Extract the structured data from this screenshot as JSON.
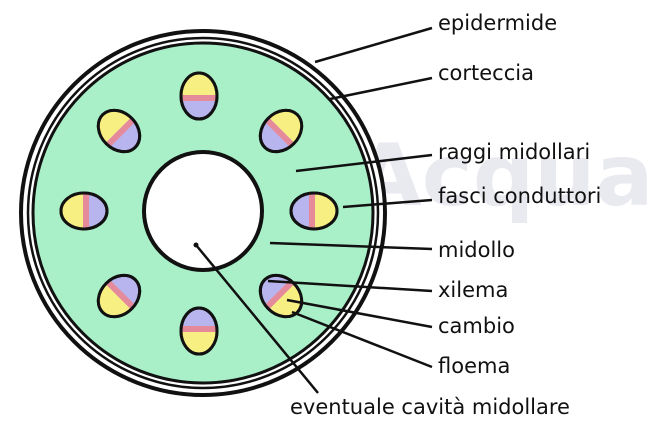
{
  "watermark": "dell'Acqua",
  "labels": {
    "epidermide": "epidermide",
    "corteccia": "corteccia",
    "raggi_midollari": "raggi midollari",
    "fasci_conduttori": "fasci conduttori",
    "midollo": "midollo",
    "xilema": "xilema",
    "cambio": "cambio",
    "floema": "floema",
    "cavita": "eventuale cavità midollare"
  },
  "colors": {
    "cortex": "#a9f0c9",
    "xylem": "#b8b5ee",
    "phloem": "#f7ef82",
    "cambium": "#e58a9a",
    "outline": "#111111",
    "pith": "#ffffff"
  }
}
